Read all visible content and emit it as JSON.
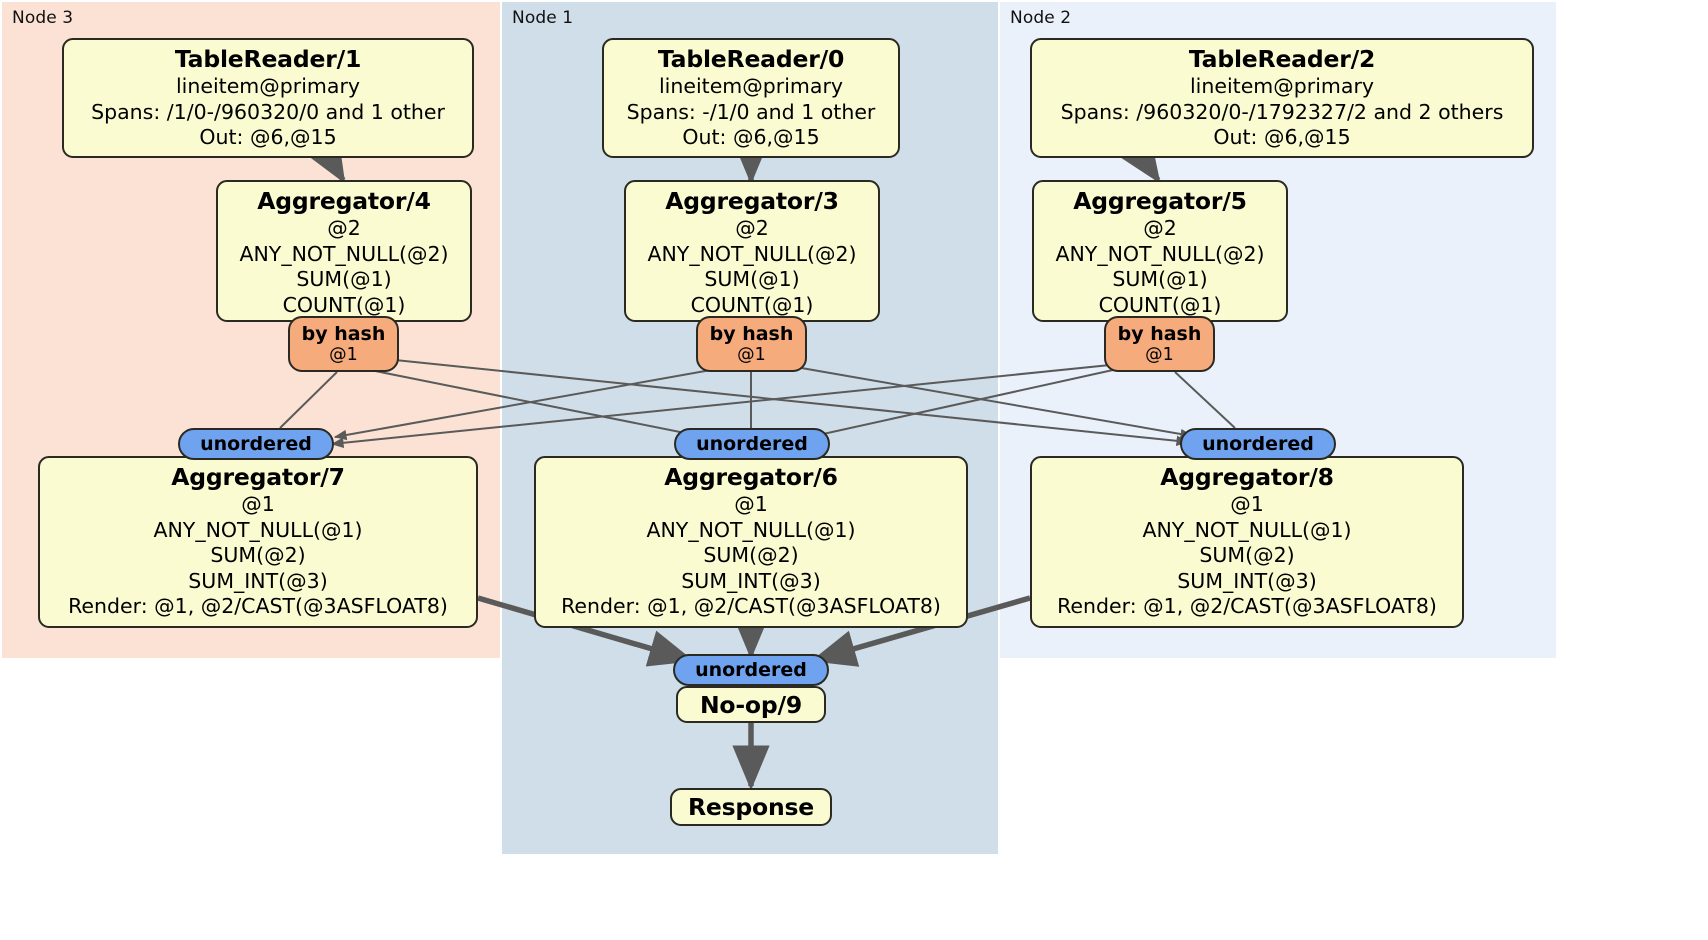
{
  "diagram": {
    "type": "distributed-query-plan",
    "colors": {
      "node3_bg": "#fbe2d5",
      "node1_bg": "#cfdee8",
      "node2_bg": "#ebf1fb",
      "processor_bg": "#fbfbd2",
      "hash_router_bg": "#f6ab7d",
      "sync_bg": "#6fa3ef",
      "edge": "#5a5a5a",
      "border": "#2a2a22"
    }
  },
  "nodes": [
    {
      "id": "node3",
      "label": "Node 3"
    },
    {
      "id": "node1",
      "label": "Node 1"
    },
    {
      "id": "node2",
      "label": "Node 2"
    }
  ],
  "processors": {
    "tablereader1": {
      "title": "TableReader/1",
      "lines": [
        "lineitem@primary",
        "Spans: /1/0-/960320/0 and 1 other",
        "Out: @6,@15"
      ]
    },
    "tablereader0": {
      "title": "TableReader/0",
      "lines": [
        "lineitem@primary",
        "Spans: -/1/0 and 1 other",
        "Out: @6,@15"
      ]
    },
    "tablereader2": {
      "title": "TableReader/2",
      "lines": [
        "lineitem@primary",
        "Spans: /960320/0-/1792327/2 and 2 others",
        "Out: @6,@15"
      ]
    },
    "aggregator4": {
      "title": "Aggregator/4",
      "lines": [
        "@2",
        "ANY_NOT_NULL(@2)",
        "SUM(@1)",
        "COUNT(@1)"
      ]
    },
    "aggregator3": {
      "title": "Aggregator/3",
      "lines": [
        "@2",
        "ANY_NOT_NULL(@2)",
        "SUM(@1)",
        "COUNT(@1)"
      ]
    },
    "aggregator5": {
      "title": "Aggregator/5",
      "lines": [
        "@2",
        "ANY_NOT_NULL(@2)",
        "SUM(@1)",
        "COUNT(@1)"
      ]
    },
    "aggregator7": {
      "title": "Aggregator/7",
      "lines": [
        "@1",
        "ANY_NOT_NULL(@1)",
        "SUM(@2)",
        "SUM_INT(@3)",
        "Render: @1, @2/CAST(@3ASFLOAT8)"
      ]
    },
    "aggregator6": {
      "title": "Aggregator/6",
      "lines": [
        "@1",
        "ANY_NOT_NULL(@1)",
        "SUM(@2)",
        "SUM_INT(@3)",
        "Render: @1, @2/CAST(@3ASFLOAT8)"
      ]
    },
    "aggregator8": {
      "title": "Aggregator/8",
      "lines": [
        "@1",
        "ANY_NOT_NULL(@1)",
        "SUM(@2)",
        "SUM_INT(@3)",
        "Render: @1, @2/CAST(@3ASFLOAT8)"
      ]
    },
    "noop9": {
      "title": "No-op/9",
      "lines": []
    },
    "response": {
      "title": "Response",
      "lines": []
    }
  },
  "routers": {
    "hash4": {
      "label": "by hash",
      "sublabel": "@1"
    },
    "hash3": {
      "label": "by hash",
      "sublabel": "@1"
    },
    "hash5": {
      "label": "by hash",
      "sublabel": "@1"
    }
  },
  "synchronizers": {
    "sync7": {
      "label": "unordered"
    },
    "sync6": {
      "label": "unordered"
    },
    "sync8": {
      "label": "unordered"
    },
    "sync9": {
      "label": "unordered"
    }
  }
}
